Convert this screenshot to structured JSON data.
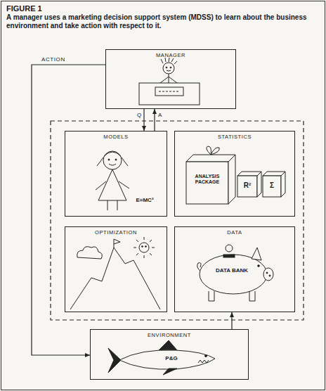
{
  "diagram": {
    "title": "FIGURE 1",
    "caption": "A manager uses a marketing decision support system (MDSS) to learn about the business environment and take action with respect to it.",
    "nodes": [
      {
        "text": [
          "MANAGER"
        ]
      },
      {
        "text": [
          "MODELS"
        ]
      },
      {
        "text": [
          "STATISTICS"
        ]
      },
      {
        "text": [
          "OPTIMIZATION"
        ]
      },
      {
        "text": [
          "DATA"
        ]
      },
      {
        "text": [
          "ENVIRONMENT"
        ]
      }
    ],
    "edges": [
      {
        "from": 0,
        "to": 1,
        "label": "Q",
        "arrow": "to"
      },
      {
        "from": 1,
        "to": 0,
        "label": "A",
        "arrow": "to"
      },
      {
        "from": 0,
        "to": 5,
        "label": "ACTION",
        "arrow": "to"
      },
      {
        "from": 5,
        "to": 4,
        "arrow": "to"
      }
    ],
    "labels": [
      "E=MC²",
      "ANALYSIS PACKAGE",
      "R²",
      "Σ",
      "DATA BANK",
      "P&G"
    ]
  }
}
